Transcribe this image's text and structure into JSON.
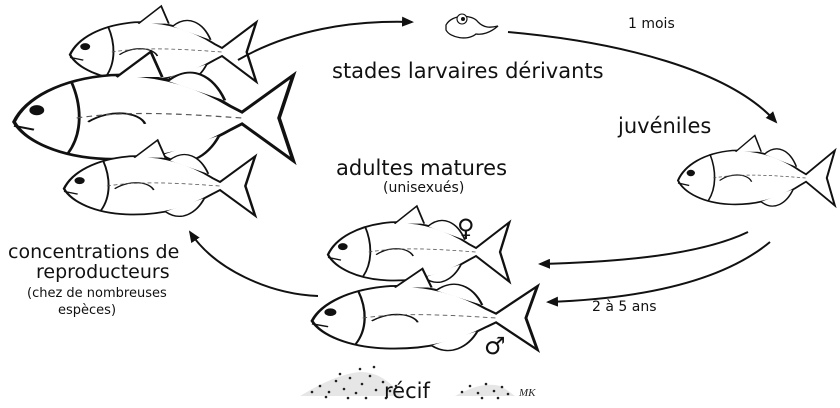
{
  "labels": {
    "larval": "stades larvaires dérivants",
    "one_month": "1 mois",
    "juveniles": "juvéniles",
    "adults_title": "adultes matures",
    "adults_sub": "(unisexués)",
    "concentrations_line1": "concentrations de",
    "concentrations_line2": "reproducteurs",
    "concentrations_sub1": "(chez de nombreuses",
    "concentrations_sub2": "espèces)",
    "years": "2 à 5 ans",
    "reef": "récif",
    "female_symbol": "♀",
    "male_symbol": "♂",
    "signature": "MK"
  }
}
